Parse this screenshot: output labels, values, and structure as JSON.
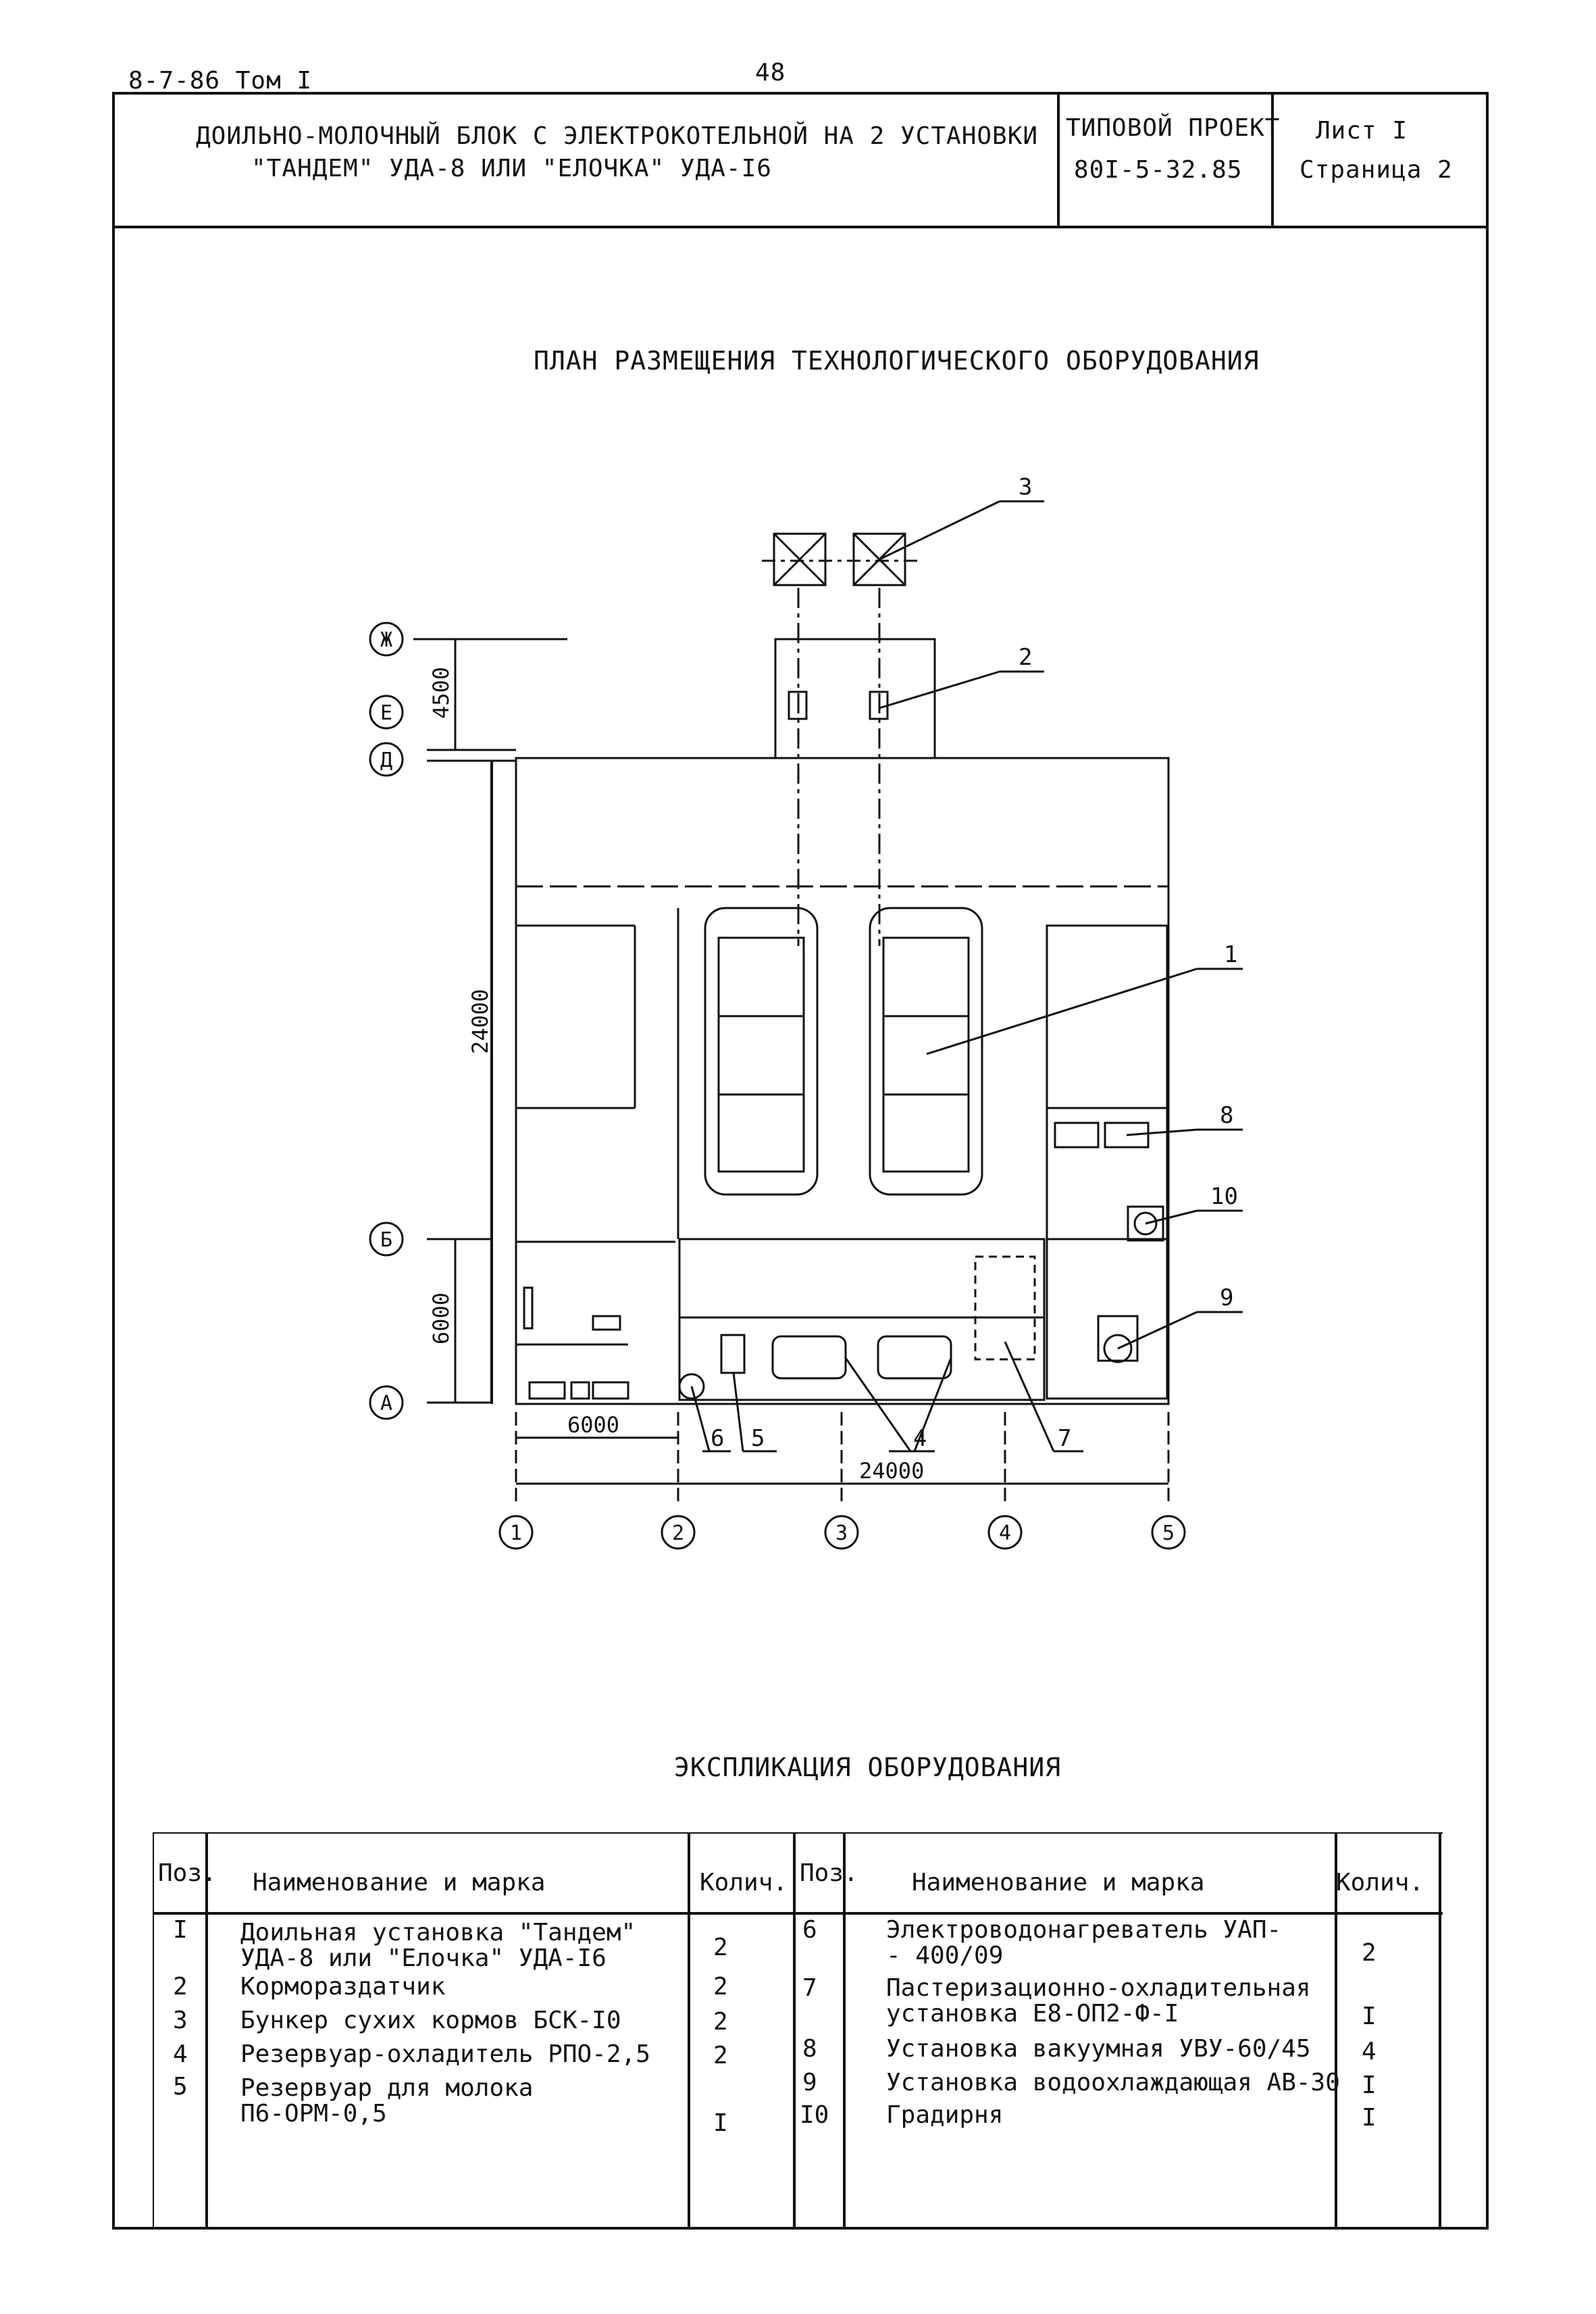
{
  "corner": "8-7-86 Том I",
  "page_number": "48",
  "header": {
    "title_line1": "ДОИЛЬНО-МОЛОЧНЫЙ БЛОК С ЭЛЕКТРОКОТЕЛЬНОЙ НА 2 УСТАНОВКИ",
    "title_line2": "\"ТАНДЕМ\" УДА-8 ИЛИ \"ЕЛОЧКА\" УДА-I6",
    "project_label": "ТИПОВОЙ ПРОЕКТ",
    "project_code": "80I-5-32.85",
    "sheet": "Лист I",
    "page": "Страница 2"
  },
  "plan": {
    "title": "ПЛАН РАЗМЕЩЕНИЯ ТЕХНОЛОГИЧЕСКОГО ОБОРУДОВАНИЯ",
    "row_axes": [
      "Ж",
      "Е",
      "Д",
      "Б",
      "А"
    ],
    "col_axes": [
      "1",
      "2",
      "3",
      "4",
      "5"
    ],
    "dims": {
      "d4500": "4500",
      "d24000_v": "24000",
      "d6000_v": "6000",
      "d6000_h": "6000",
      "d24000_h": "24000"
    },
    "callouts": [
      "1",
      "2",
      "3",
      "4",
      "5",
      "6",
      "7",
      "8",
      "9",
      "10"
    ]
  },
  "table": {
    "title": "ЭКСПЛИКАЦИЯ ОБОРУДОВАНИЯ",
    "headers": {
      "pos": "Поз.",
      "name": "Наименование и марка",
      "qty": "Колич."
    },
    "left": [
      {
        "pos": "I",
        "name": "Доильная установка \"Тандем\"\nУДА-8 или \"Елочка\" УДА-I6",
        "qty": "2"
      },
      {
        "pos": "2",
        "name": "Кормораздатчик",
        "qty": "2"
      },
      {
        "pos": "3",
        "name": "Бункер сухих кормов БСК-I0",
        "qty": "2"
      },
      {
        "pos": "4",
        "name": "Резервуар-охладитель РПО-2,5",
        "qty": "2"
      },
      {
        "pos": "5",
        "name": "Резервуар для молока\nП6-ОРМ-0,5",
        "qty": "I"
      }
    ],
    "right": [
      {
        "pos": "6",
        "name": "Электроводонагреватель УАП-\n- 400/09",
        "qty": "2"
      },
      {
        "pos": "7",
        "name": "Пастеризационно-охладительная\nустановка Е8-ОП2-Ф-I",
        "qty": "I"
      },
      {
        "pos": "8",
        "name": "Установка вакуумная УВУ-60/45",
        "qty": "4"
      },
      {
        "pos": "9",
        "name": "Установка водоохлаждающая АВ-30",
        "qty": "I"
      },
      {
        "pos": "I0",
        "name": "Градирня",
        "qty": "I"
      }
    ]
  }
}
